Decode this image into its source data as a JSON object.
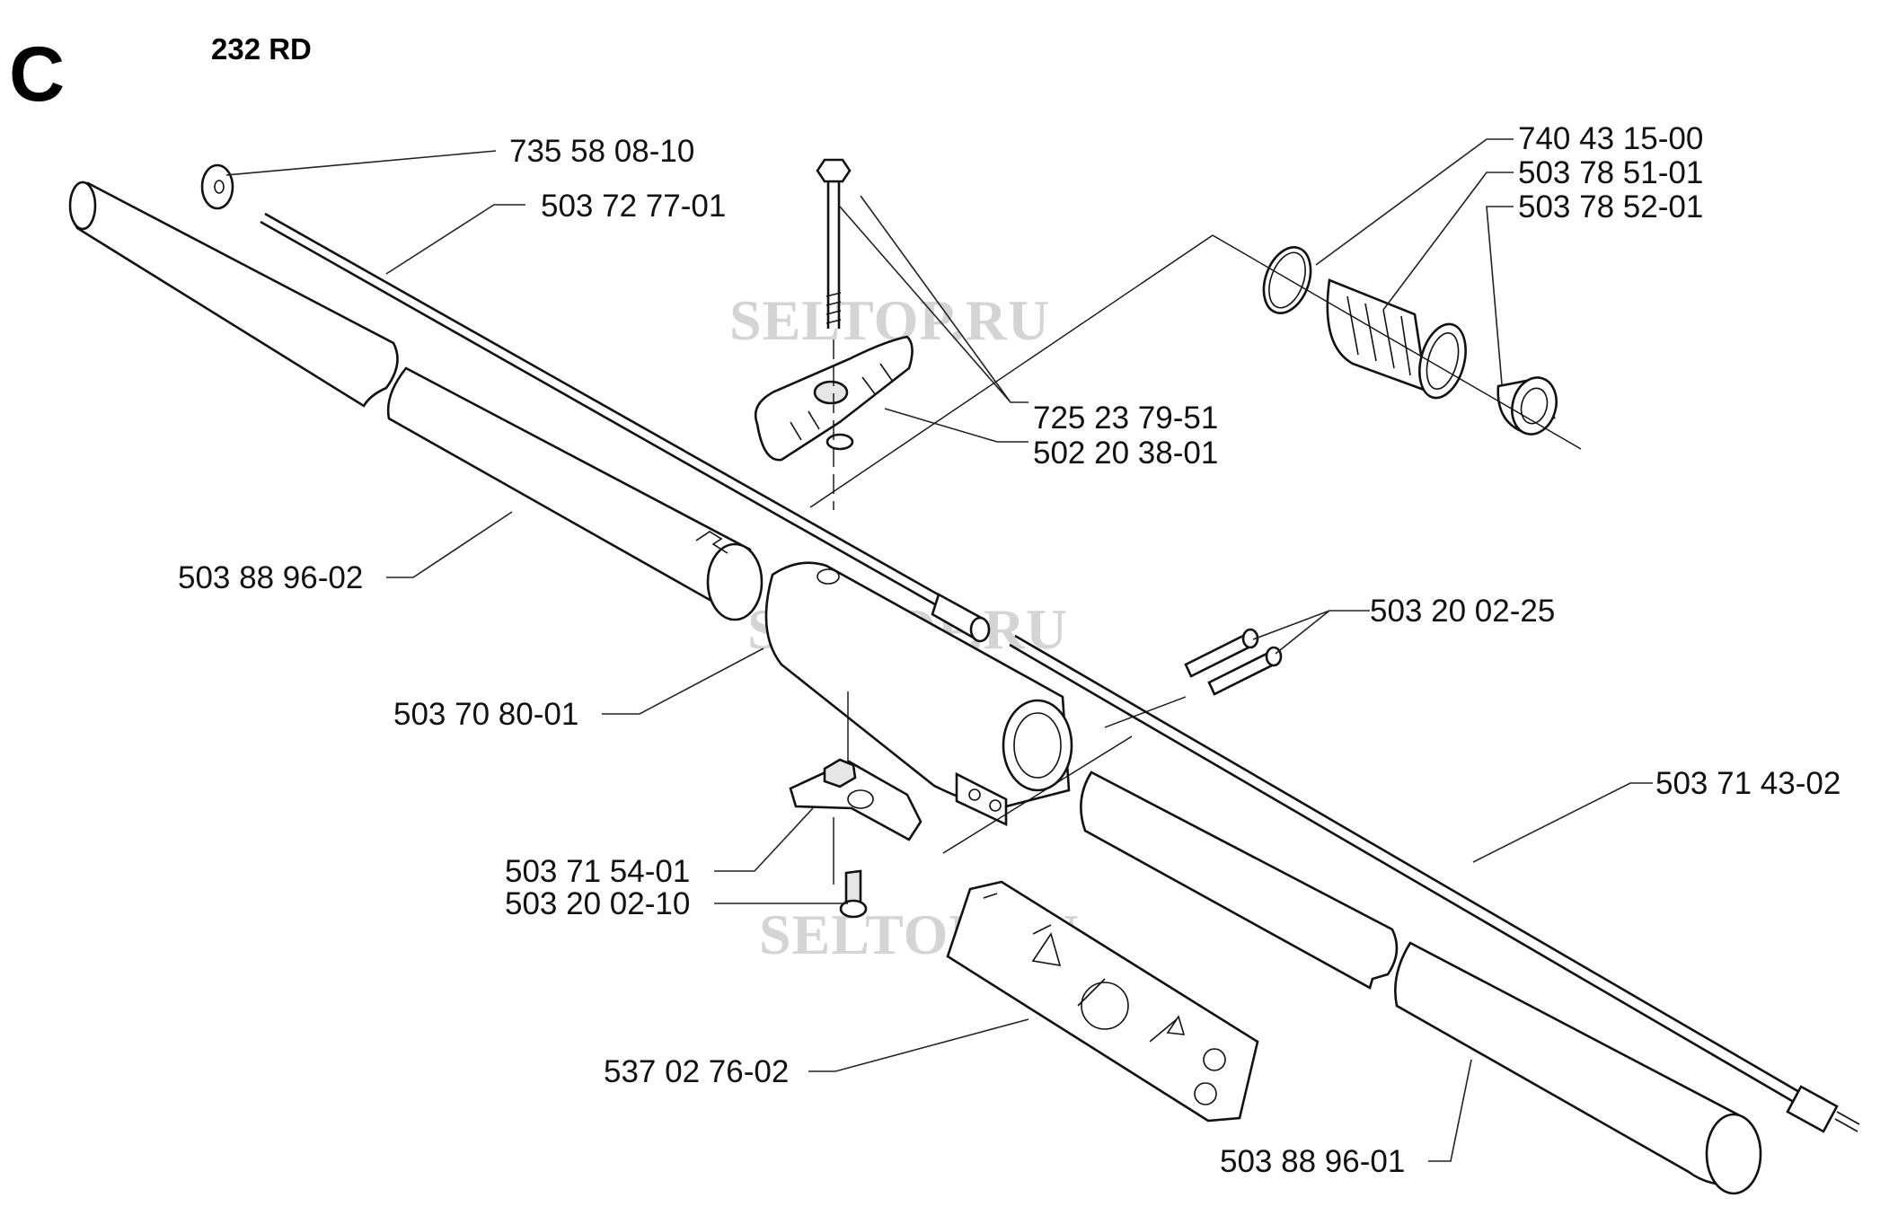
{
  "section_letter": "C",
  "model": "232 RD",
  "watermark": "SELTOP.RU",
  "parts": {
    "washer": "735 58 08-10",
    "drive_shaft_upper": "503 72 77-01",
    "bolt": "725 23 79-51",
    "wing_knob": "502 20 38-01",
    "o_ring": "740 43 15-00",
    "bushing": "503 78 51-01",
    "coupling_nut": "503 78 52-01",
    "tube_upper": "503 88 96-02",
    "coupling_clamp": "503 70 80-01",
    "screws_pair": "503 20 02-25",
    "bracket": "503 71 54-01",
    "screw_small": "503 20 02-10",
    "drive_shaft_lower": "503 71 43-02",
    "decal": "537 02 76-02",
    "tube_lower": "503 88 96-01"
  },
  "colors": {
    "line": "#111111",
    "watermark": "#d4d4d4",
    "background": "#ffffff"
  }
}
